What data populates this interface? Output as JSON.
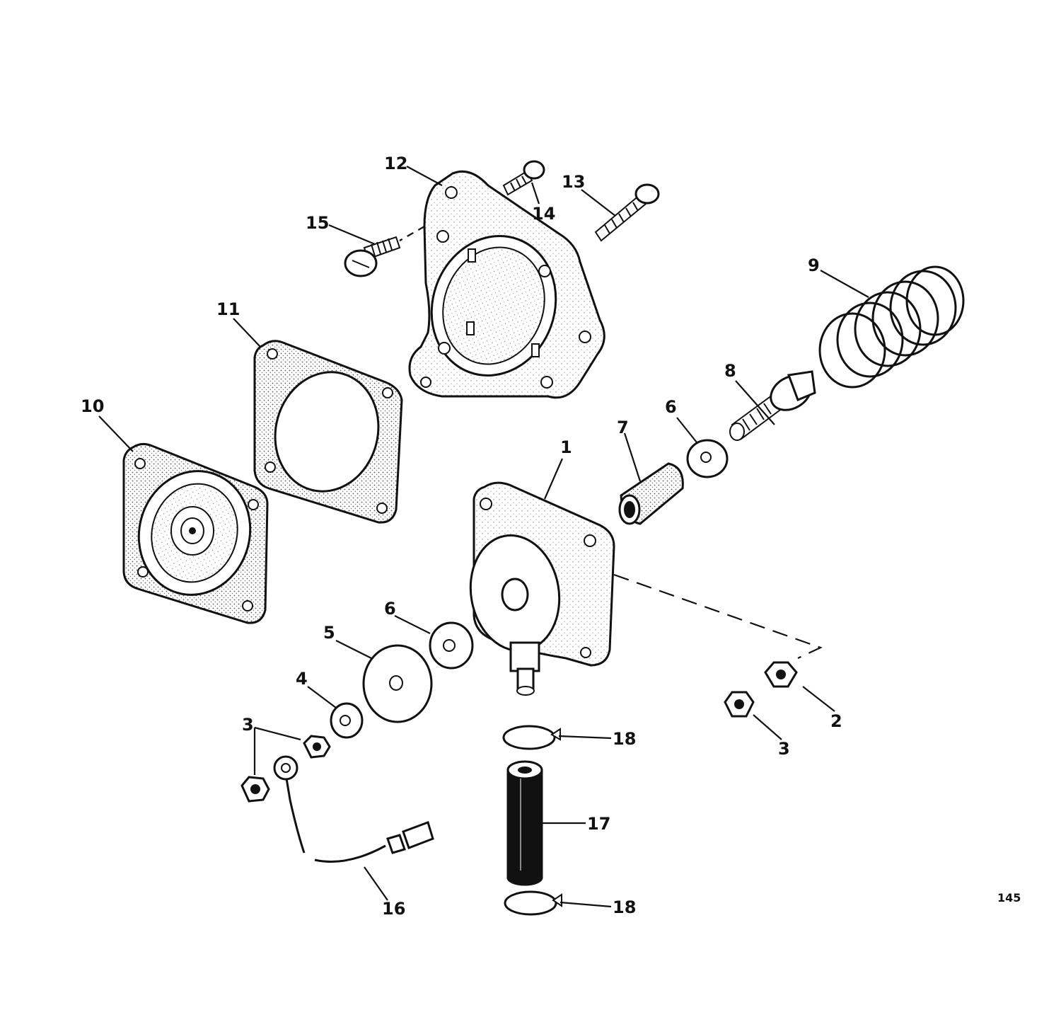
{
  "callouts": {
    "c1": "1",
    "c2": "2",
    "c3a": "3",
    "c3b": "3",
    "c4": "4",
    "c5": "5",
    "c6a": "6",
    "c6b": "6",
    "c7": "7",
    "c8": "8",
    "c9": "9",
    "c10": "10",
    "c11": "11",
    "c12": "12",
    "c13": "13",
    "c14": "14",
    "c15": "15",
    "c16": "16",
    "c17": "17",
    "c18a": "18",
    "c18b": "18"
  },
  "figure_number": "145",
  "colors": {
    "ink": "#111111",
    "paper": "#ffffff",
    "shade": "#d8d8d8"
  }
}
